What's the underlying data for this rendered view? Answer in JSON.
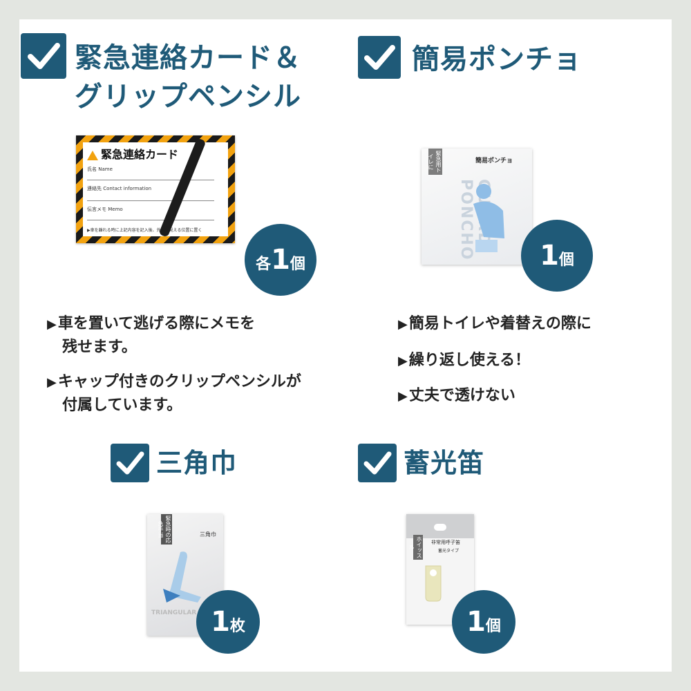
{
  "sections": [
    {
      "heading_line1": "緊急連絡カード＆",
      "heading_line2": "グリップペンシル",
      "badge_prefix": "各",
      "badge_num": "1",
      "badge_unit": "個",
      "bullets": [
        {
          "line1": "車を置いて逃げる際にメモを",
          "line2": "残せます。"
        },
        {
          "line1": "キャップ付きのクリップペンシルが",
          "line2": "付属しています。"
        }
      ],
      "product": {
        "title": "緊急連絡カード",
        "field_name": "氏名 Name",
        "field_contact": "連絡先 Contact information",
        "field_memo": "伝言メモ Memo",
        "footer": "▶車を離れる時に上記内容を記入後、外から見える位置に置く"
      }
    },
    {
      "heading_line1": "簡易ポンチョ",
      "badge_num": "1",
      "badge_unit": "個",
      "bullets": [
        {
          "line1": "簡易トイレや着替えの際に"
        },
        {
          "line1": "繰り返し使える！"
        },
        {
          "line1": "丈夫で透けない"
        }
      ],
      "product": {
        "tag": "緊急用トイレに",
        "title": "簡易ポンチョ",
        "vertical_word": "GUARD PONCHO"
      }
    },
    {
      "heading_line1": "三角巾",
      "badge_num": "1",
      "badge_unit": "枚",
      "product": {
        "tag": "緊急時の応急手当",
        "title": "三角巾",
        "bottom_word": "TRIANGULAR BANDAGE"
      }
    },
    {
      "heading_line1": "蓄光笛",
      "badge_num": "1",
      "badge_unit": "個",
      "product": {
        "tag": "ホイッスル",
        "title": "非常用呼子笛",
        "subtitle": "蓄光タイプ"
      }
    }
  ],
  "bullet_marker": "▶",
  "colors": {
    "accent": "#1f5a78",
    "background": "#e3e6e1",
    "panel": "#ffffff",
    "stripe_orange": "#f2a20f"
  }
}
